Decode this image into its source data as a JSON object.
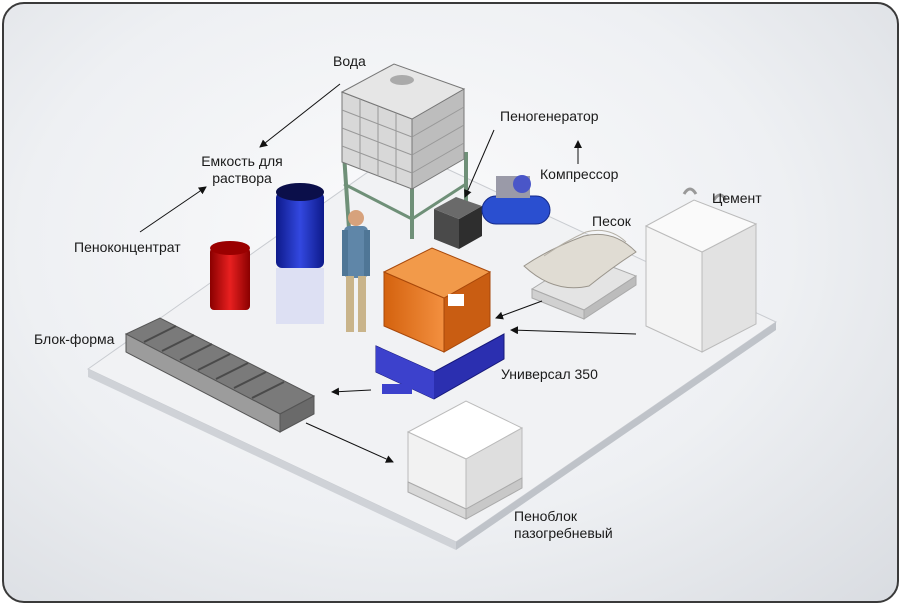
{
  "labels": {
    "water": "Вода",
    "foam_generator": "Пеногенератор",
    "compressor": "Компрессор",
    "tank_line1": "Емкость для",
    "tank_line2": "раствора",
    "cement": "Цемент",
    "sand": "Песок",
    "foam_concentrate": "Пеноконцентрат",
    "block_form": "Блок-форма",
    "universal": "Универсал 350",
    "foam_block_line1": "Пеноблок",
    "foam_block_line2": "пазогребневый"
  },
  "colors": {
    "platform": "#eceef1",
    "mixer_orange": "#e8731f",
    "mixer_frame": "#3b3bbf",
    "barrel_blue": "#1f2fb8",
    "barrel_red": "#c81010",
    "tank_frame": "#7a9a84",
    "mold_gray": "#8c8c8c",
    "compressor_blue": "#2a4fd0"
  },
  "icons": [
    "arrow-icon"
  ]
}
